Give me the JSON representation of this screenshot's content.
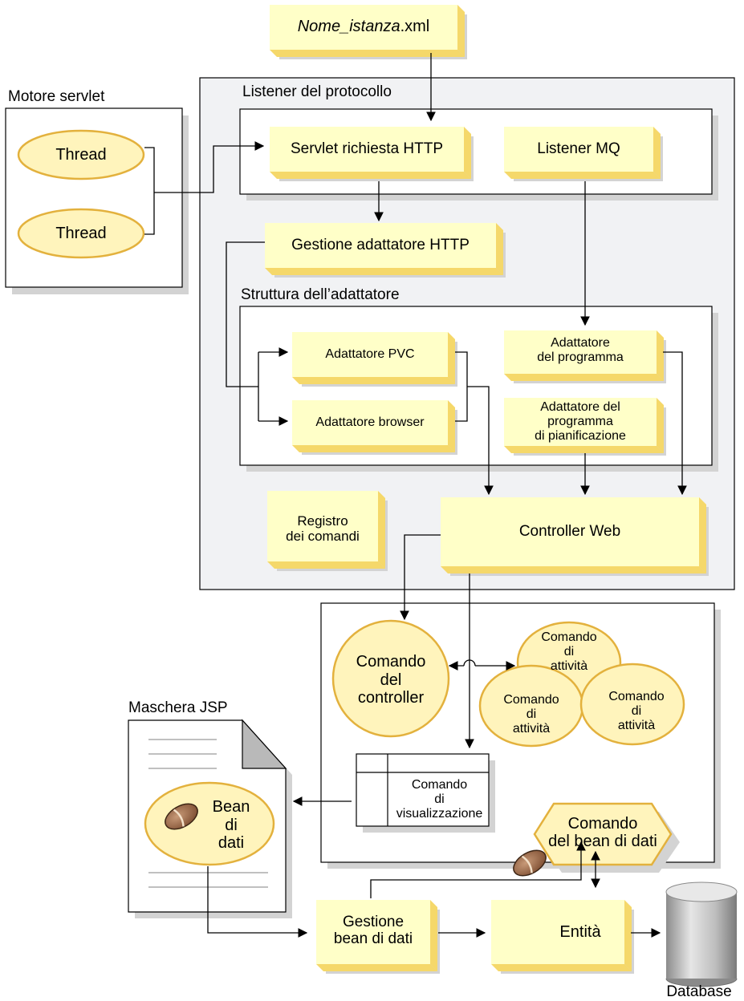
{
  "diagram": {
    "file_name_italic": "Nome_istanza",
    "file_name_ext": ".xml",
    "servlet_engine": {
      "title": "Motore servlet",
      "threads": [
        "Thread",
        "Thread"
      ]
    },
    "protocol_listener": {
      "title": "Listener del protocollo",
      "http_servlet": "Servlet richiesta HTTP",
      "mq_listener": "Listener MQ",
      "http_adapter_manager": "Gestione adattatore HTTP"
    },
    "adapter_framework": {
      "title": "Struttura dell’adattatore",
      "pvc_adapter": "Adattatore PVC",
      "browser_adapter": "Adattatore browser",
      "program_adapter": [
        "Adattatore",
        "del programma"
      ],
      "scheduler_adapter": [
        "Adattatore del",
        "programma",
        "di pianificazione"
      ]
    },
    "command_registry": [
      "Registro",
      "dei comandi"
    ],
    "web_controller": "Controller Web",
    "controller_command": [
      "Comando",
      "del",
      "controller"
    ],
    "task_commands": [
      [
        "Comando",
        "di",
        "attività"
      ],
      [
        "Comando",
        "di",
        "attività"
      ],
      [
        "Comando",
        "di",
        "attività"
      ]
    ],
    "view_command": [
      "Comando",
      "di",
      "visualizzazione"
    ],
    "databean_command": [
      "Comando",
      "del bean di dati"
    ],
    "jsp_template": {
      "title": "Maschera JSP",
      "databean": [
        "Bean",
        "di",
        "dati"
      ]
    },
    "databean_manager": [
      "Gestione",
      "bean di dati"
    ],
    "entity": "Entità",
    "database": "Database"
  },
  "colors": {
    "box_fill": "#ffffc8",
    "box_side": "#f5d86a",
    "box_shadow": "#d3d3d3",
    "ellipse_fill": "#fff4bc",
    "ellipse_stroke": "#e3b13d",
    "container_fill": "#f1f2f4",
    "line": "#000000"
  },
  "icons": [
    "bean-icon",
    "bean-icon"
  ]
}
